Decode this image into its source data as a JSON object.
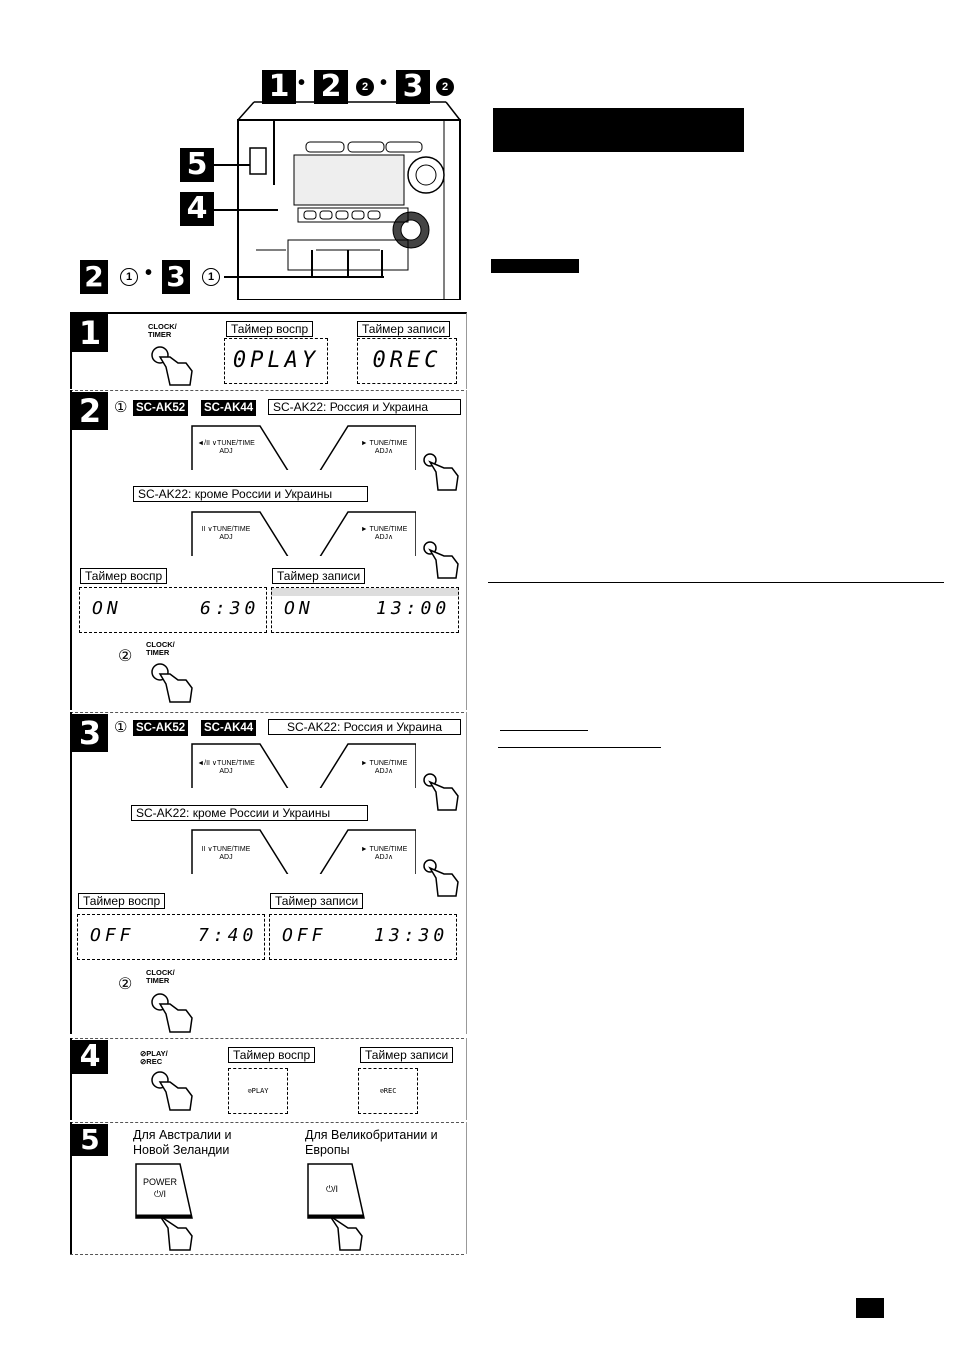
{
  "header": {
    "step_numbers": [
      "1",
      "2",
      "3"
    ],
    "circle_mark": "2",
    "left_numbers": [
      "5",
      "4"
    ],
    "bottom_numbers": [
      "2",
      "3"
    ],
    "bottom_circle_mark": "1"
  },
  "labels": {
    "play_timer": "Таймер воспр",
    "rec_timer": "Таймер записи",
    "sc_ak52": "SC-AK52",
    "sc_ak44": "SC-AK44",
    "ak22_ru_ua": "SC-AK22: Россия и Украина",
    "ak22_other": "SC-AK22: кроме России и Украины",
    "clock_timer": "CLOCK/ TIMER",
    "play_rec": "⊘PLAY/ ⊘REC",
    "tune_left": "◄/II ∨TUNE/TIME ADJ",
    "tune_left_pause": "II ∨TUNE/TIME ADJ",
    "tune_right": "► TUNE/TIME ADJ∧",
    "circle_1": "①",
    "circle_2": "②"
  },
  "steps": {
    "s1": {
      "num": "1",
      "lcd_play": "0PLAY",
      "lcd_rec": "0REC"
    },
    "s2": {
      "num": "2",
      "lcd_play_left": "ON",
      "lcd_play_right": "6:30",
      "lcd_rec_left": "ON",
      "lcd_rec_right": "13:00"
    },
    "s3": {
      "num": "3",
      "lcd_play_left": "OFF",
      "lcd_play_right": "7:40",
      "lcd_rec_left": "OFF",
      "lcd_rec_right": "13:30"
    },
    "s4": {
      "num": "4",
      "lcd_play": "⊘PLAY",
      "lcd_rec": "⊘REC"
    },
    "s5": {
      "num": "5",
      "left_caption": "Для Австралии и Новой Зеландии",
      "right_caption": "Для Великобритании и Европы",
      "power_label": "POWER",
      "power_symbol": "⏻/I"
    }
  }
}
